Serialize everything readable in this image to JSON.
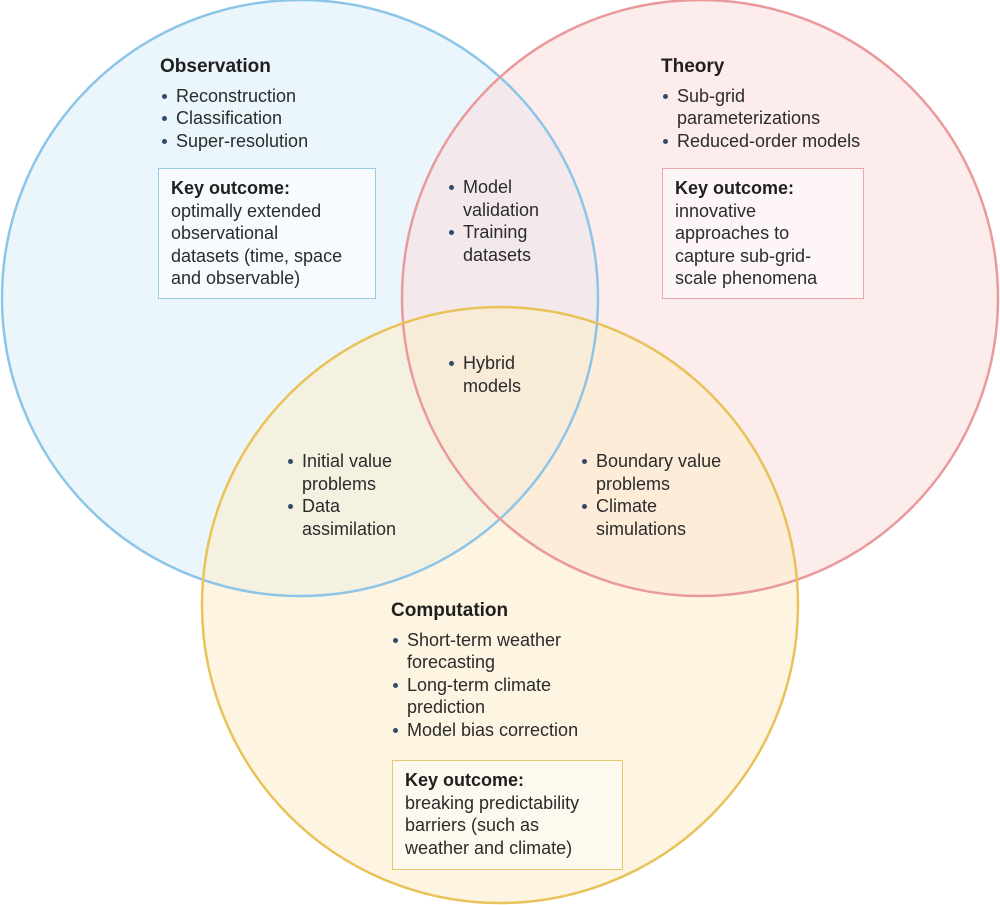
{
  "colors": {
    "observation_fill": "#d9eefa",
    "observation_stroke": "#8cc5e8",
    "theory_fill": "#fadcdd",
    "theory_stroke": "#ea9a9c",
    "computation_fill": "#fbecc8",
    "computation_stroke": "#e9c25a",
    "bullet_dot": "#2f4a6b"
  },
  "observation": {
    "title": "Observation",
    "items": [
      "Reconstruction",
      "Classification",
      "Super-resolution"
    ],
    "key_outcome": {
      "label": "Key outcome:",
      "lines": [
        "optimally extended",
        "observational",
        "datasets (time, space",
        "and observable)"
      ]
    }
  },
  "theory": {
    "title": "Theory",
    "items": [
      [
        "Sub-grid",
        "parameterizations"
      ],
      [
        "Reduced-order models"
      ]
    ],
    "key_outcome": {
      "label": "Key outcome:",
      "lines": [
        "innovative",
        "approaches to",
        "capture sub-grid-",
        "scale phenomena"
      ]
    }
  },
  "computation": {
    "title": "Computation",
    "items": [
      [
        "Short-term weather",
        "forecasting"
      ],
      [
        "Long-term climate",
        "prediction"
      ],
      [
        "Model bias correction"
      ]
    ],
    "key_outcome": {
      "label": "Key outcome:",
      "lines": [
        "breaking predictability",
        "barriers (such as",
        "weather and climate)"
      ]
    }
  },
  "overlap_observation_theory": {
    "items": [
      [
        "Model",
        "validation"
      ],
      [
        "Training",
        "datasets"
      ]
    ]
  },
  "overlap_all": {
    "items": [
      [
        "Hybrid",
        "models"
      ]
    ]
  },
  "overlap_observation_computation": {
    "items": [
      [
        "Initial value",
        "problems"
      ],
      [
        "Data",
        "assimilation"
      ]
    ]
  },
  "overlap_theory_computation": {
    "items": [
      [
        "Boundary value",
        "problems"
      ],
      [
        "Climate",
        "simulations"
      ]
    ]
  }
}
